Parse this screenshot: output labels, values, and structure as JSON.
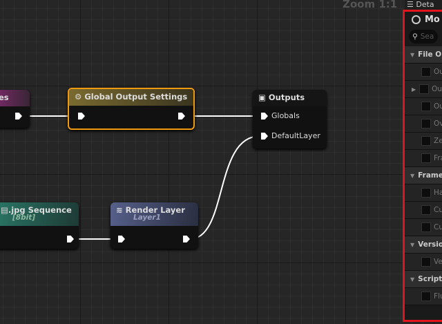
{
  "graph": {
    "zoom_label": "Zoom 1:1",
    "nodes": {
      "left": {
        "title": "es",
        "color": "#6b2a5c"
      },
      "global": {
        "title": "Global Output Settings",
        "icon": "gear-icon",
        "color": "#7a6a30",
        "selected_color": "#f09a10"
      },
      "outputs": {
        "title": "Outputs",
        "icon": "outputs-icon",
        "pins": [
          "Globals",
          "DefaultLayer"
        ]
      },
      "jpg": {
        "title": ".jpg Sequence",
        "subtitle": "[8bit]",
        "icon": "file-icon",
        "color": "#2a6a5c"
      },
      "render": {
        "title": "Render Layer",
        "subtitle": "Layer1",
        "icon": "layers-icon",
        "color": "#4a5478"
      }
    }
  },
  "panel": {
    "tab_label": "Deta",
    "title": "Mo",
    "search_placeholder": "Sea",
    "accent": "#e3141b",
    "rows": [
      {
        "type": "section",
        "label": "File Ou"
      },
      {
        "type": "item",
        "label": "Ou"
      },
      {
        "type": "item",
        "label": "Ou",
        "expandable": true
      },
      {
        "type": "item",
        "label": "Ou"
      },
      {
        "type": "item",
        "label": "Ov"
      },
      {
        "type": "item",
        "label": "Ze"
      },
      {
        "type": "item",
        "label": "Fra"
      },
      {
        "type": "section",
        "label": "Frame"
      },
      {
        "type": "item",
        "label": "Ha"
      },
      {
        "type": "item",
        "label": "Cu"
      },
      {
        "type": "item",
        "label": "Cu"
      },
      {
        "type": "section",
        "label": "Versio"
      },
      {
        "type": "item",
        "label": "Ve"
      },
      {
        "type": "section",
        "label": "Scripti"
      },
      {
        "type": "item",
        "label": "Flu"
      }
    ]
  }
}
